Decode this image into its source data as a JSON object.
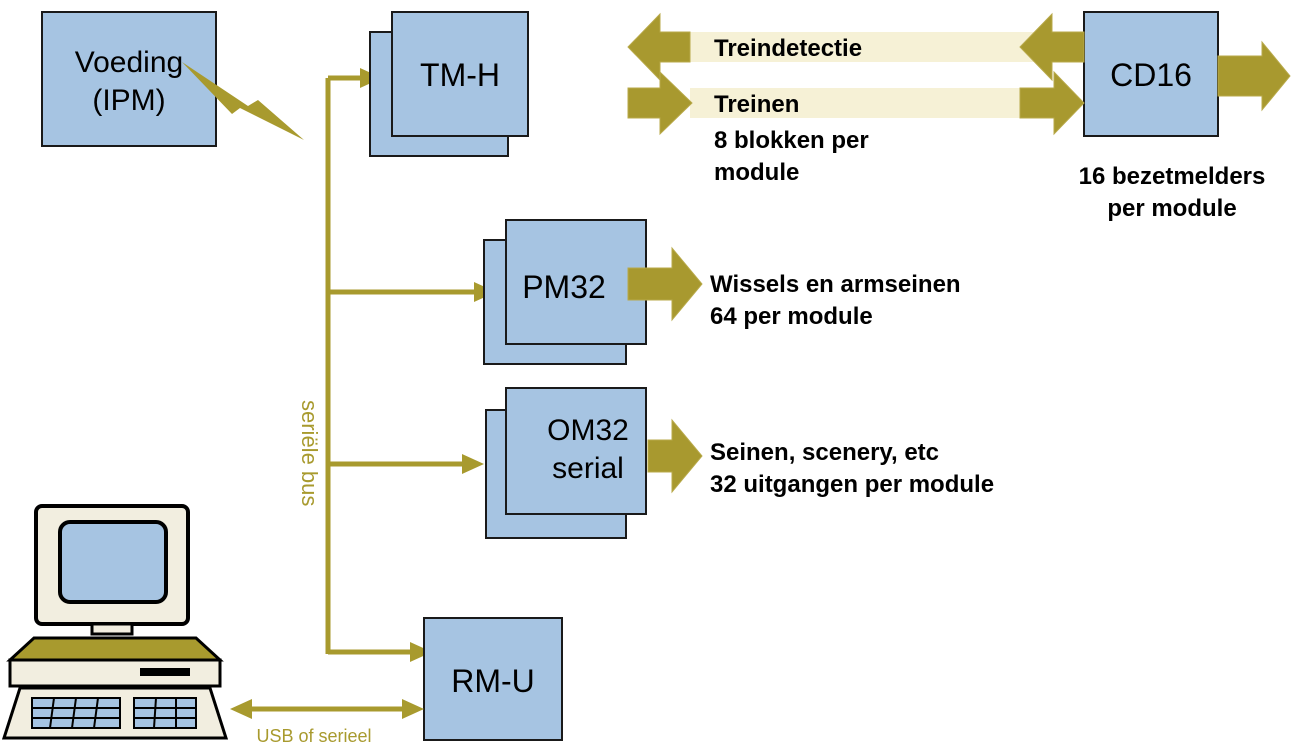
{
  "modules": {
    "voeding": {
      "line1": "Voeding",
      "line2": "(IPM)"
    },
    "tmh": "TM-H",
    "pm32": "PM32",
    "om32": {
      "line1": "OM32",
      "line2": "serial"
    },
    "rmu": "RM-U",
    "cd16": "CD16"
  },
  "labels": {
    "treindetectie": "Treindetectie",
    "treinen": "Treinen",
    "blokken_1": "8 blokken per",
    "blokken_2": "module",
    "bezet_1": "16 bezetmelders",
    "bezet_2": "per module",
    "wissels_1": "Wissels en armseinen",
    "wissels_2": "64 per module",
    "seinen_1": "Seinen, scenery, etc",
    "seinen_2": "32 uitgangen per module",
    "seriele_bus": "seriële bus",
    "usb": "USB of serieel"
  },
  "colors": {
    "box": "#a6c4e2",
    "bus": "#a89a2e",
    "band": "#f6f1d6"
  }
}
